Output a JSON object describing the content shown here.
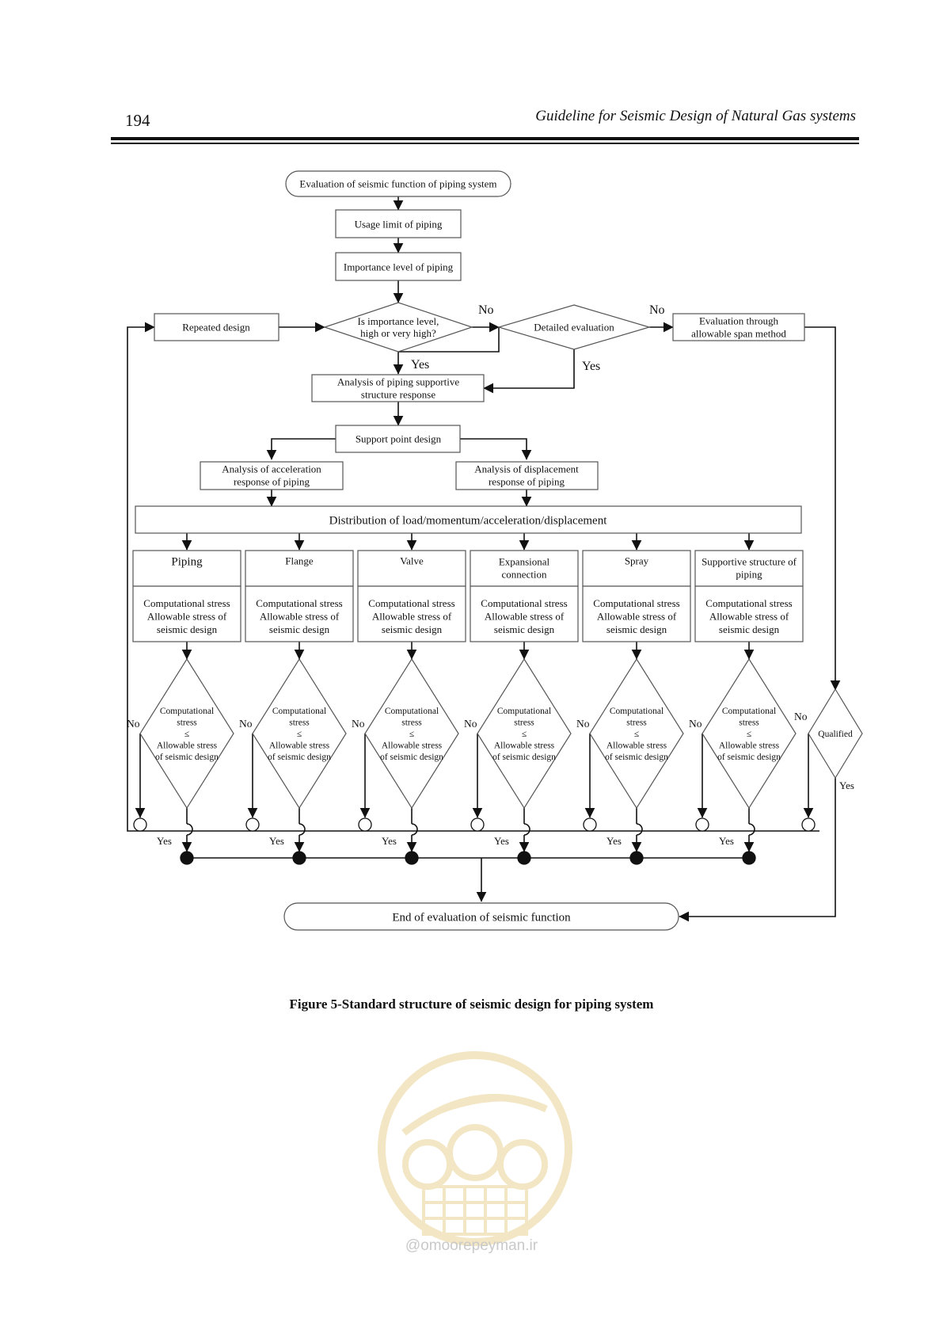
{
  "header": {
    "page_number": "194",
    "running_title": "Guideline for Seismic Design of Natural Gas systems"
  },
  "flowchart": {
    "start": "Evaluation of seismic function of piping system",
    "usage_limit": "Usage limit of piping",
    "importance_level": "Importance level of piping",
    "repeated_design": "Repeated design",
    "importance_decision": [
      "Is importance level,",
      "high or very high?"
    ],
    "detailed_evaluation": "Detailed evaluation",
    "span_method": [
      "Evaluation through",
      "allowable span method"
    ],
    "support_analysis": [
      "Analysis of piping supportive",
      "structure response"
    ],
    "support_point": "Support point design",
    "accel_analysis": [
      "Analysis of acceleration",
      "response of piping"
    ],
    "disp_analysis": [
      "Analysis of displacement",
      "response of piping"
    ],
    "distribution": "Distribution of load/momentum/acceleration/displacement",
    "components": [
      {
        "title": [
          "Piping"
        ],
        "body": [
          "Computational stress",
          "Allowable stress of",
          "seismic design"
        ]
      },
      {
        "title": [
          "Flange"
        ],
        "body": [
          "Computational stress",
          "Allowable stress of",
          "seismic design"
        ]
      },
      {
        "title": [
          "Valve"
        ],
        "body": [
          "Computational stress",
          "Allowable stress of",
          "seismic design"
        ]
      },
      {
        "title": [
          "Expansional",
          "connection"
        ],
        "body": [
          "Computational stress",
          "Allowable stress of",
          "seismic design"
        ]
      },
      {
        "title": [
          "Spray"
        ],
        "body": [
          "Computational stress",
          "Allowable stress of",
          "seismic design"
        ]
      },
      {
        "title": [
          "Supportive structure of",
          "piping"
        ],
        "body": [
          "Computational stress",
          "Allowable stress of",
          "seismic design"
        ]
      }
    ],
    "check_decision": [
      "Computational",
      "stress",
      "≤",
      "Allowable stress",
      "of seismic design"
    ],
    "qualified": "Qualified",
    "end": "End of evaluation of seismic function",
    "labels": {
      "yes": "Yes",
      "no": "No"
    }
  },
  "caption": "Figure 5-Standard structure of seismic design for piping system",
  "watermark": {
    "site": "@omoorepeyman.ir"
  }
}
